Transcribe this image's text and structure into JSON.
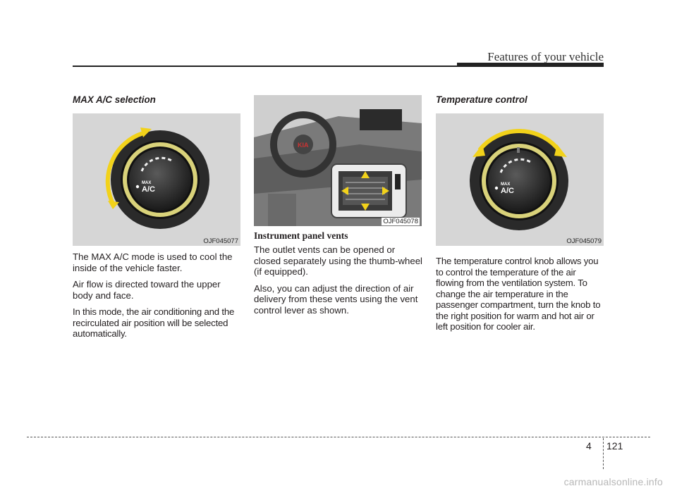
{
  "header": {
    "title": "Features of your vehicle"
  },
  "col1": {
    "title": "MAX A/C selection",
    "knob_small": "MAX",
    "knob_big": "A/C",
    "figure_code": "OJF045077",
    "paragraphs": [
      "The MAX A/C mode is used to cool the inside of the vehicle faster.",
      "Air flow is directed toward the upper body and face.",
      "In this mode, the air conditioning and the recirculated air position will be selected automatically."
    ]
  },
  "col2": {
    "figure_code": "OJF045078",
    "heading": "Instrument panel vents",
    "paragraphs": [
      "The outlet vents can be opened or closed separately using the thumb-wheel (if equipped).",
      "Also, you can adjust the direction of air delivery from these vents using the vent control lever as shown."
    ]
  },
  "col3": {
    "title": "Temperature control",
    "knob_small": "MAX",
    "knob_big": "A/C",
    "figure_code": "OJF045079",
    "paragraphs": [
      "The temperature control knob allows you to control the temperature of the air flowing from the ventilation system. To change the air temperature in the passenger compartment, turn the knob to the right position for warm and hot air or left position for cooler air."
    ]
  },
  "footer": {
    "chapter": "4",
    "page": "121",
    "watermark": "carmanualsonline.info"
  },
  "colors": {
    "accent_yellow": "#f2d21a",
    "rule": "#222222"
  }
}
